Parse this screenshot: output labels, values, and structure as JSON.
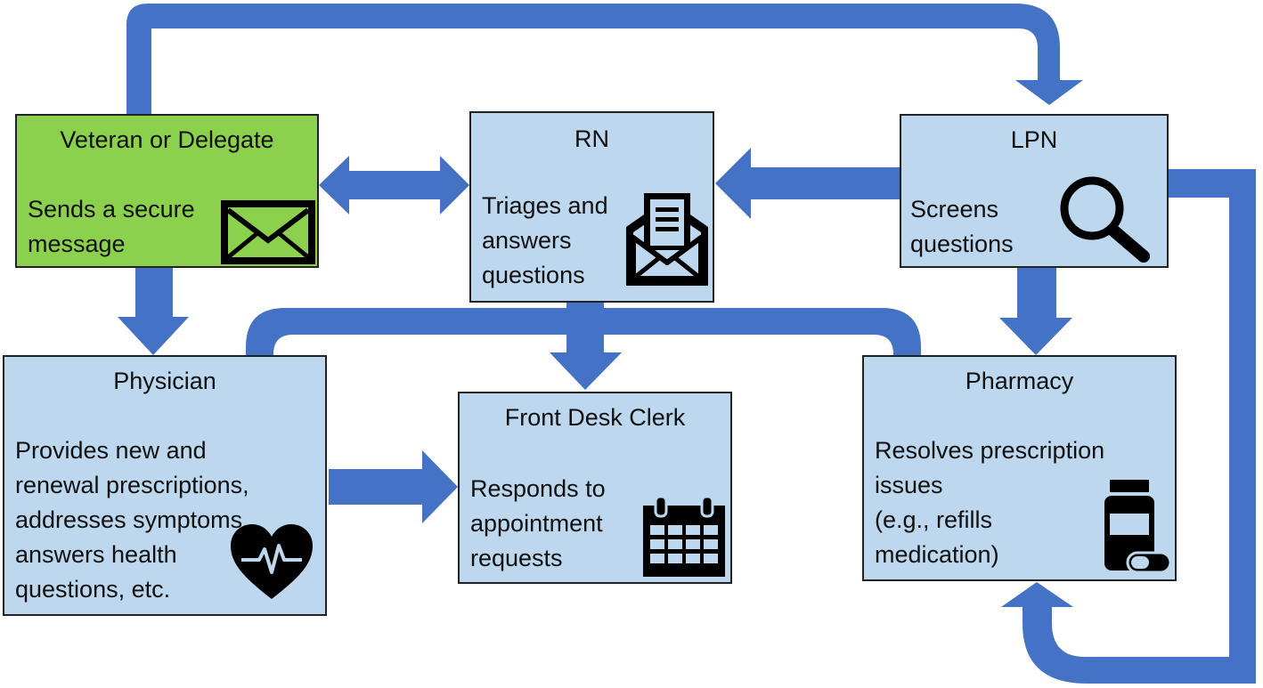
{
  "colors": {
    "arrow": "#4472c4",
    "box_fill": "#bdd7ee",
    "veteran_fill": "#8cd14d",
    "border": "#222222"
  },
  "nodes": {
    "veteran": {
      "title": "Veteran or Delegate",
      "desc": "Sends a secure\nmessage",
      "icon": "envelope-icon"
    },
    "rn": {
      "title": "RN",
      "desc": "Triages and\nanswers\nquestions",
      "icon": "open-envelope-letter-icon"
    },
    "lpn": {
      "title": "LPN",
      "desc": "Screens\nquestions",
      "icon": "magnifying-glass-icon"
    },
    "physician": {
      "title": "Physician",
      "desc": "Provides new and\nrenewal prescriptions,\naddresses symptoms,\nanswers health\nquestions, etc.",
      "icon": "heart-pulse-icon"
    },
    "frontdesk": {
      "title": "Front Desk Clerk",
      "desc": "Responds to\nappointment\nrequests",
      "icon": "calendar-icon"
    },
    "pharmacy": {
      "title": "Pharmacy",
      "desc": "Resolves prescription\nissues\n(e.g., refills\nmedication)",
      "icon": "pill-bottle-icon"
    }
  }
}
